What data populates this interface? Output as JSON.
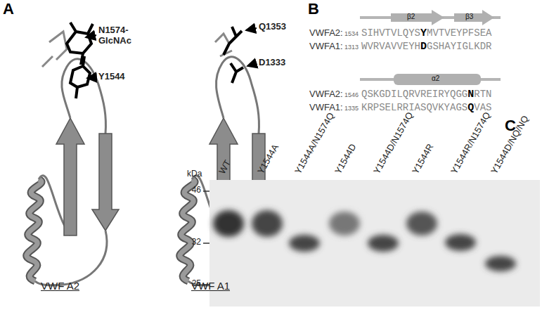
{
  "diagram": {
    "labels": [
      "A",
      "N1574- GlcNAc",
      "Y1544",
      "Q1353",
      "D1333",
      "VWF A2",
      "VWF A1",
      "B",
      "β2",
      "β3",
      "VWFA2:",
      "1534",
      "SIHVTVLQYS",
      "Y",
      "MVTVEYPFSEA",
      "VWFA1:",
      "1313",
      "WVRVAVVEYH",
      "D",
      "GSHAYIGLKDR",
      "α2",
      "VWFA2:",
      "1546",
      "QSKGDILQRVREIRYQGG",
      "N",
      "RTN",
      "VWFA1:",
      "1335",
      "KRPSELRRIASQVKYAGS",
      "Q",
      "VAS",
      "C",
      "kDa",
      "46",
      "32",
      "25",
      "WT",
      "Y1544A",
      "Y1544A/N1574Q",
      "Y1544D",
      "Y1544D/N1574Q",
      "Y1544R",
      "Y1544R/N1574Q",
      "Y1544D/NQ/NQ"
    ]
  }
}
